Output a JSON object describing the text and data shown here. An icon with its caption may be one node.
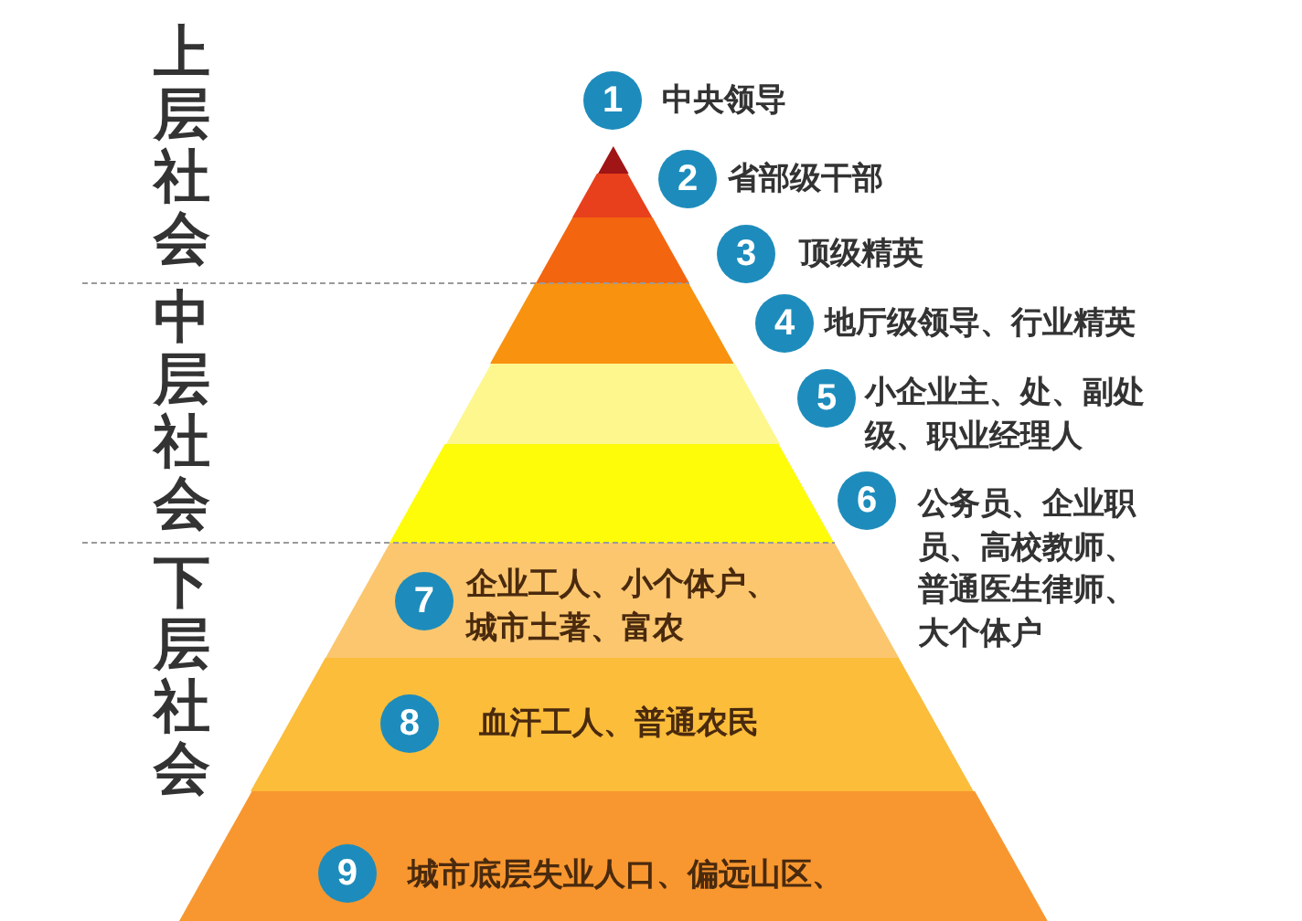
{
  "diagram": {
    "nodes": [
      {
        "text": [],
        "shape": "triangle"
      },
      {
        "text": [
          "1"
        ],
        "beside": [
          "中央领导"
        ]
      },
      {
        "text": [],
        "shape": "band"
      },
      {
        "text": [
          "2"
        ],
        "beside": [
          "省部级干部"
        ]
      },
      {
        "text": [],
        "shape": "band"
      },
      {
        "text": [
          "3"
        ],
        "beside": [
          "顶级精英"
        ]
      },
      {
        "text": [],
        "shape": "band"
      },
      {
        "text": [
          "4"
        ],
        "beside": [
          "地厅级领导、行业精英"
        ]
      },
      {
        "text": [],
        "shape": "band"
      },
      {
        "text": [
          "5"
        ],
        "beside": [
          "小企业主、处、副处级、职业经理人"
        ]
      },
      {
        "text": [],
        "shape": "band"
      },
      {
        "text": [
          "6"
        ],
        "beside": [
          "公务员、企业职员、高校教师、普通医生律师、大个体户"
        ]
      },
      {
        "text": [
          "企业工人、小个体户、城市土著、富农"
        ]
      },
      {
        "text": [
          "7"
        ],
        "in": 12
      },
      {
        "text": [
          "血汗工人、普通农民"
        ]
      },
      {
        "text": [
          "8"
        ],
        "in": 14
      },
      {
        "text": [
          "城市底层失业人口、偏远山区、"
        ]
      },
      {
        "text": [
          "9"
        ],
        "in": 16
      }
    ],
    "labels": [
      "上层社会",
      "中层社会",
      "下层社会"
    ]
  }
}
